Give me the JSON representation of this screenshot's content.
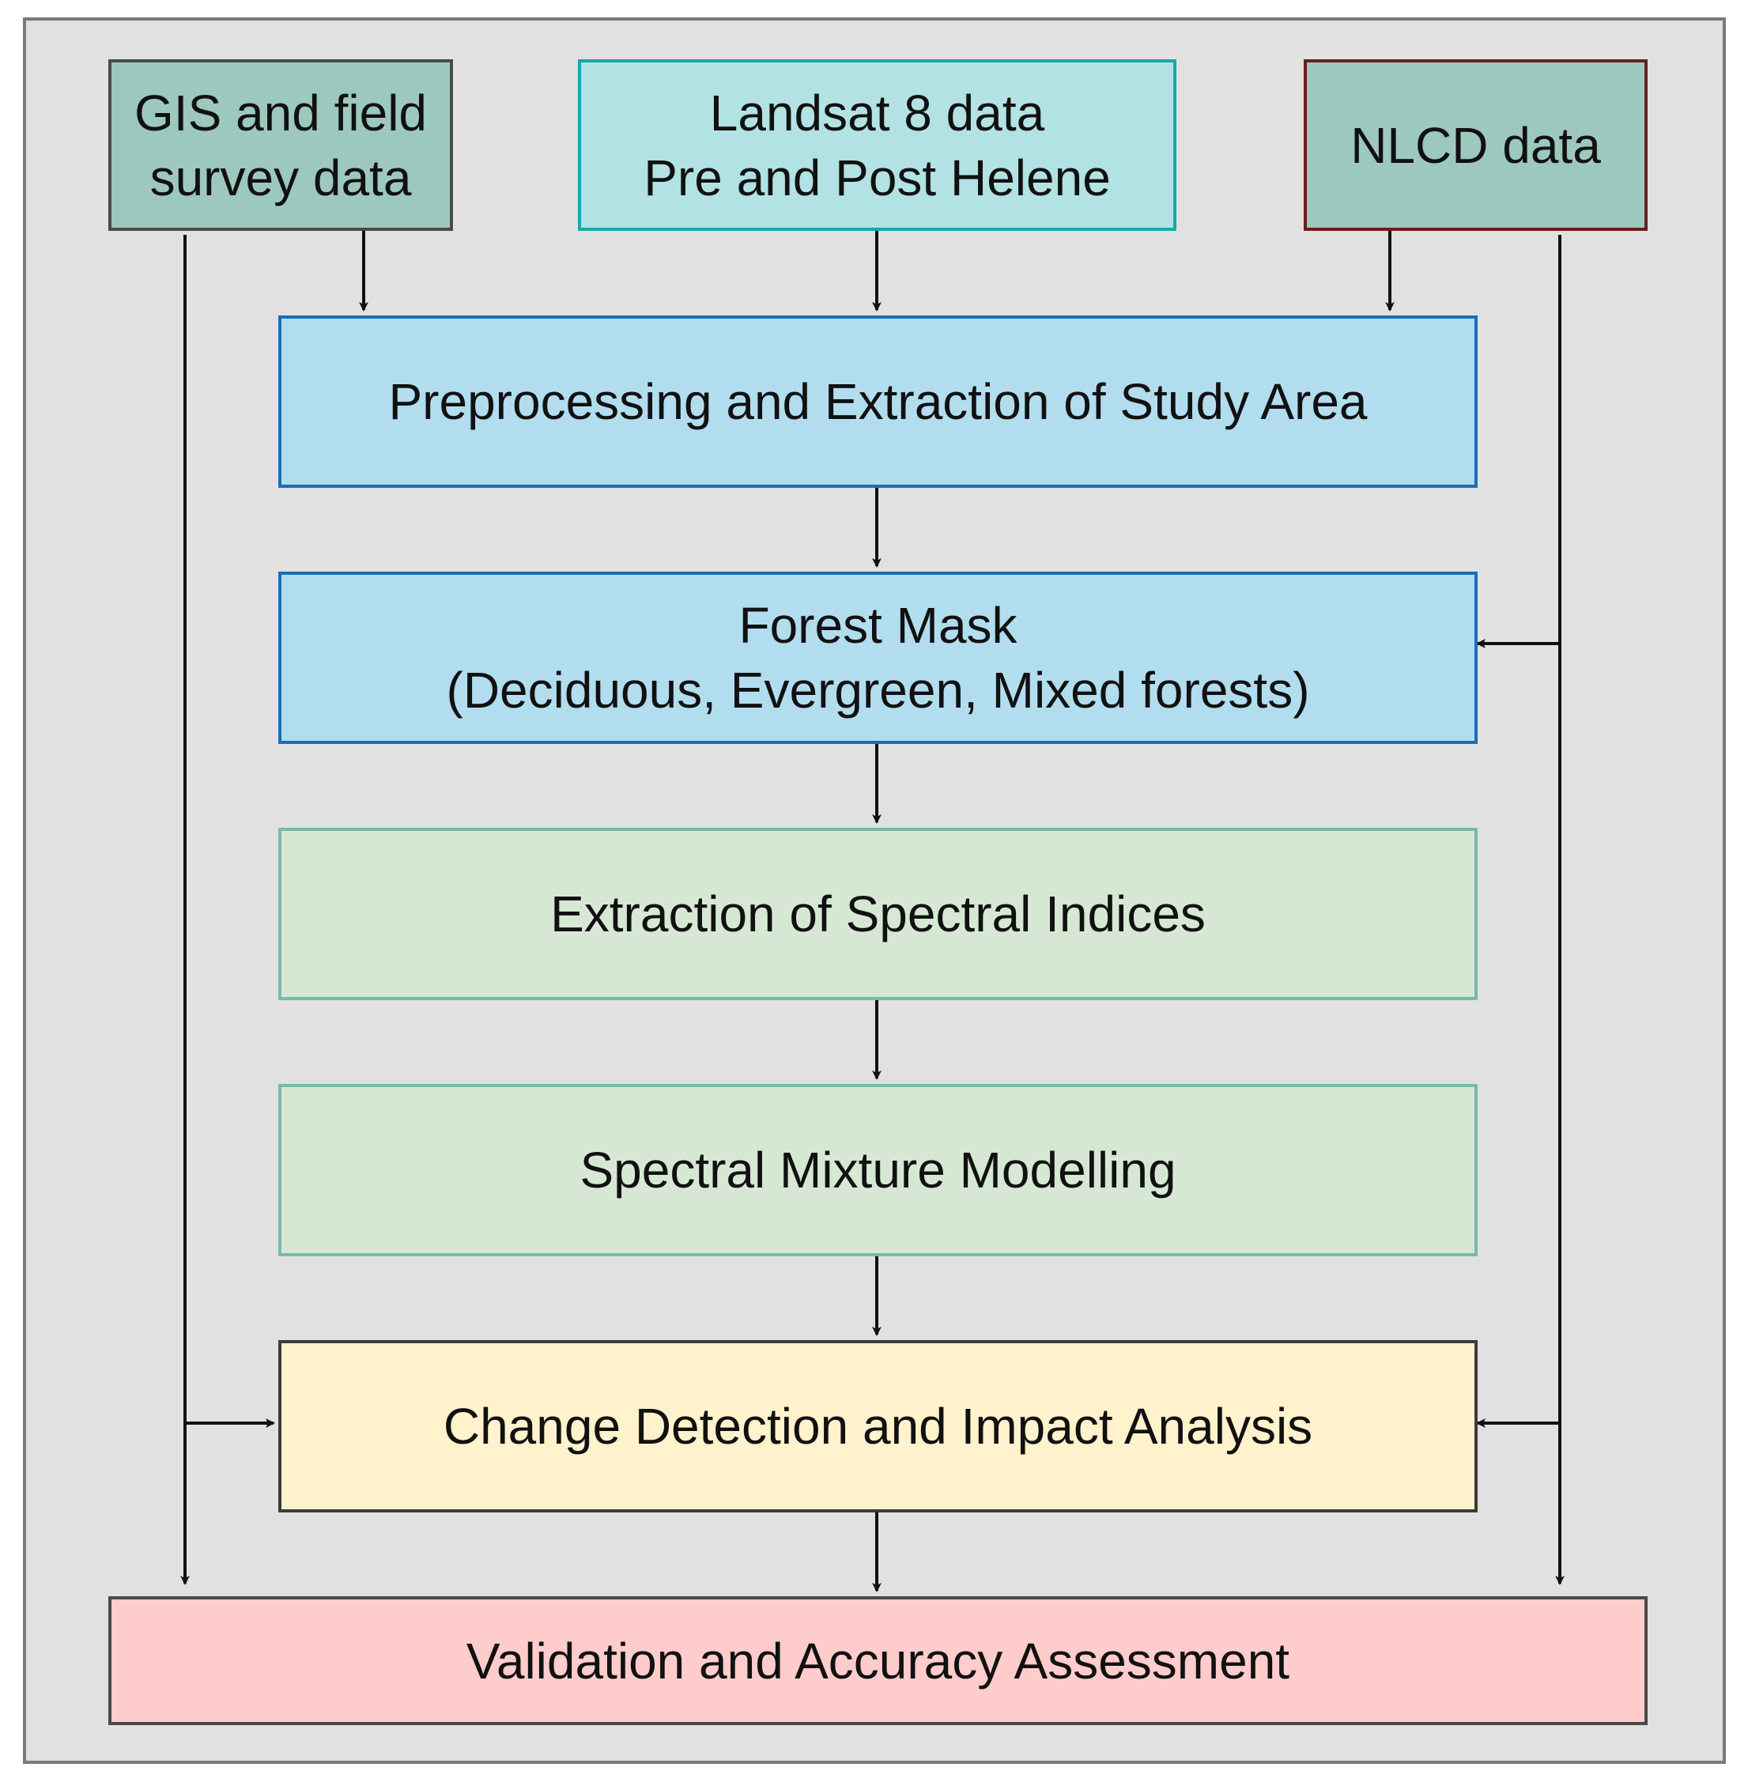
{
  "inputs": {
    "gis": {
      "lines": [
        "GIS and field",
        "survey data"
      ],
      "fill": "#9dc8be",
      "border": "#4a4a4a"
    },
    "landsat": {
      "lines": [
        "Landsat 8 data",
        "Pre and Post Helene"
      ],
      "fill": "#b2e2e3",
      "border": "#1aa7a7"
    },
    "nlcd": {
      "lines": [
        "NLCD data"
      ],
      "fill": "#9dc8be",
      "border": "#6a1e1e"
    }
  },
  "steps": [
    {
      "lines": [
        "Preprocessing and Extraction of Study Area"
      ],
      "fill": "#b1ddef",
      "border": "#1c6db3"
    },
    {
      "lines": [
        "Forest Mask",
        "(Deciduous, Evergreen, Mixed forests)"
      ],
      "fill": "#b1ddef",
      "border": "#1c6db3"
    },
    {
      "lines": [
        "Extraction of Spectral Indices"
      ],
      "fill": "#d6e8d4",
      "border": "#78b9a7"
    },
    {
      "lines": [
        "Spectral Mixture Modelling"
      ],
      "fill": "#d6e8d4",
      "border": "#78b9a7"
    },
    {
      "lines": [
        "Change Detection and Impact Analysis"
      ],
      "fill": "#fff2cc",
      "border": "#3c3c3c"
    }
  ],
  "output": {
    "lines": [
      "Validation and Accuracy Assessment"
    ],
    "fill": "#ffcccc",
    "border": "#4a4a4a"
  },
  "connector_color": "#111111"
}
